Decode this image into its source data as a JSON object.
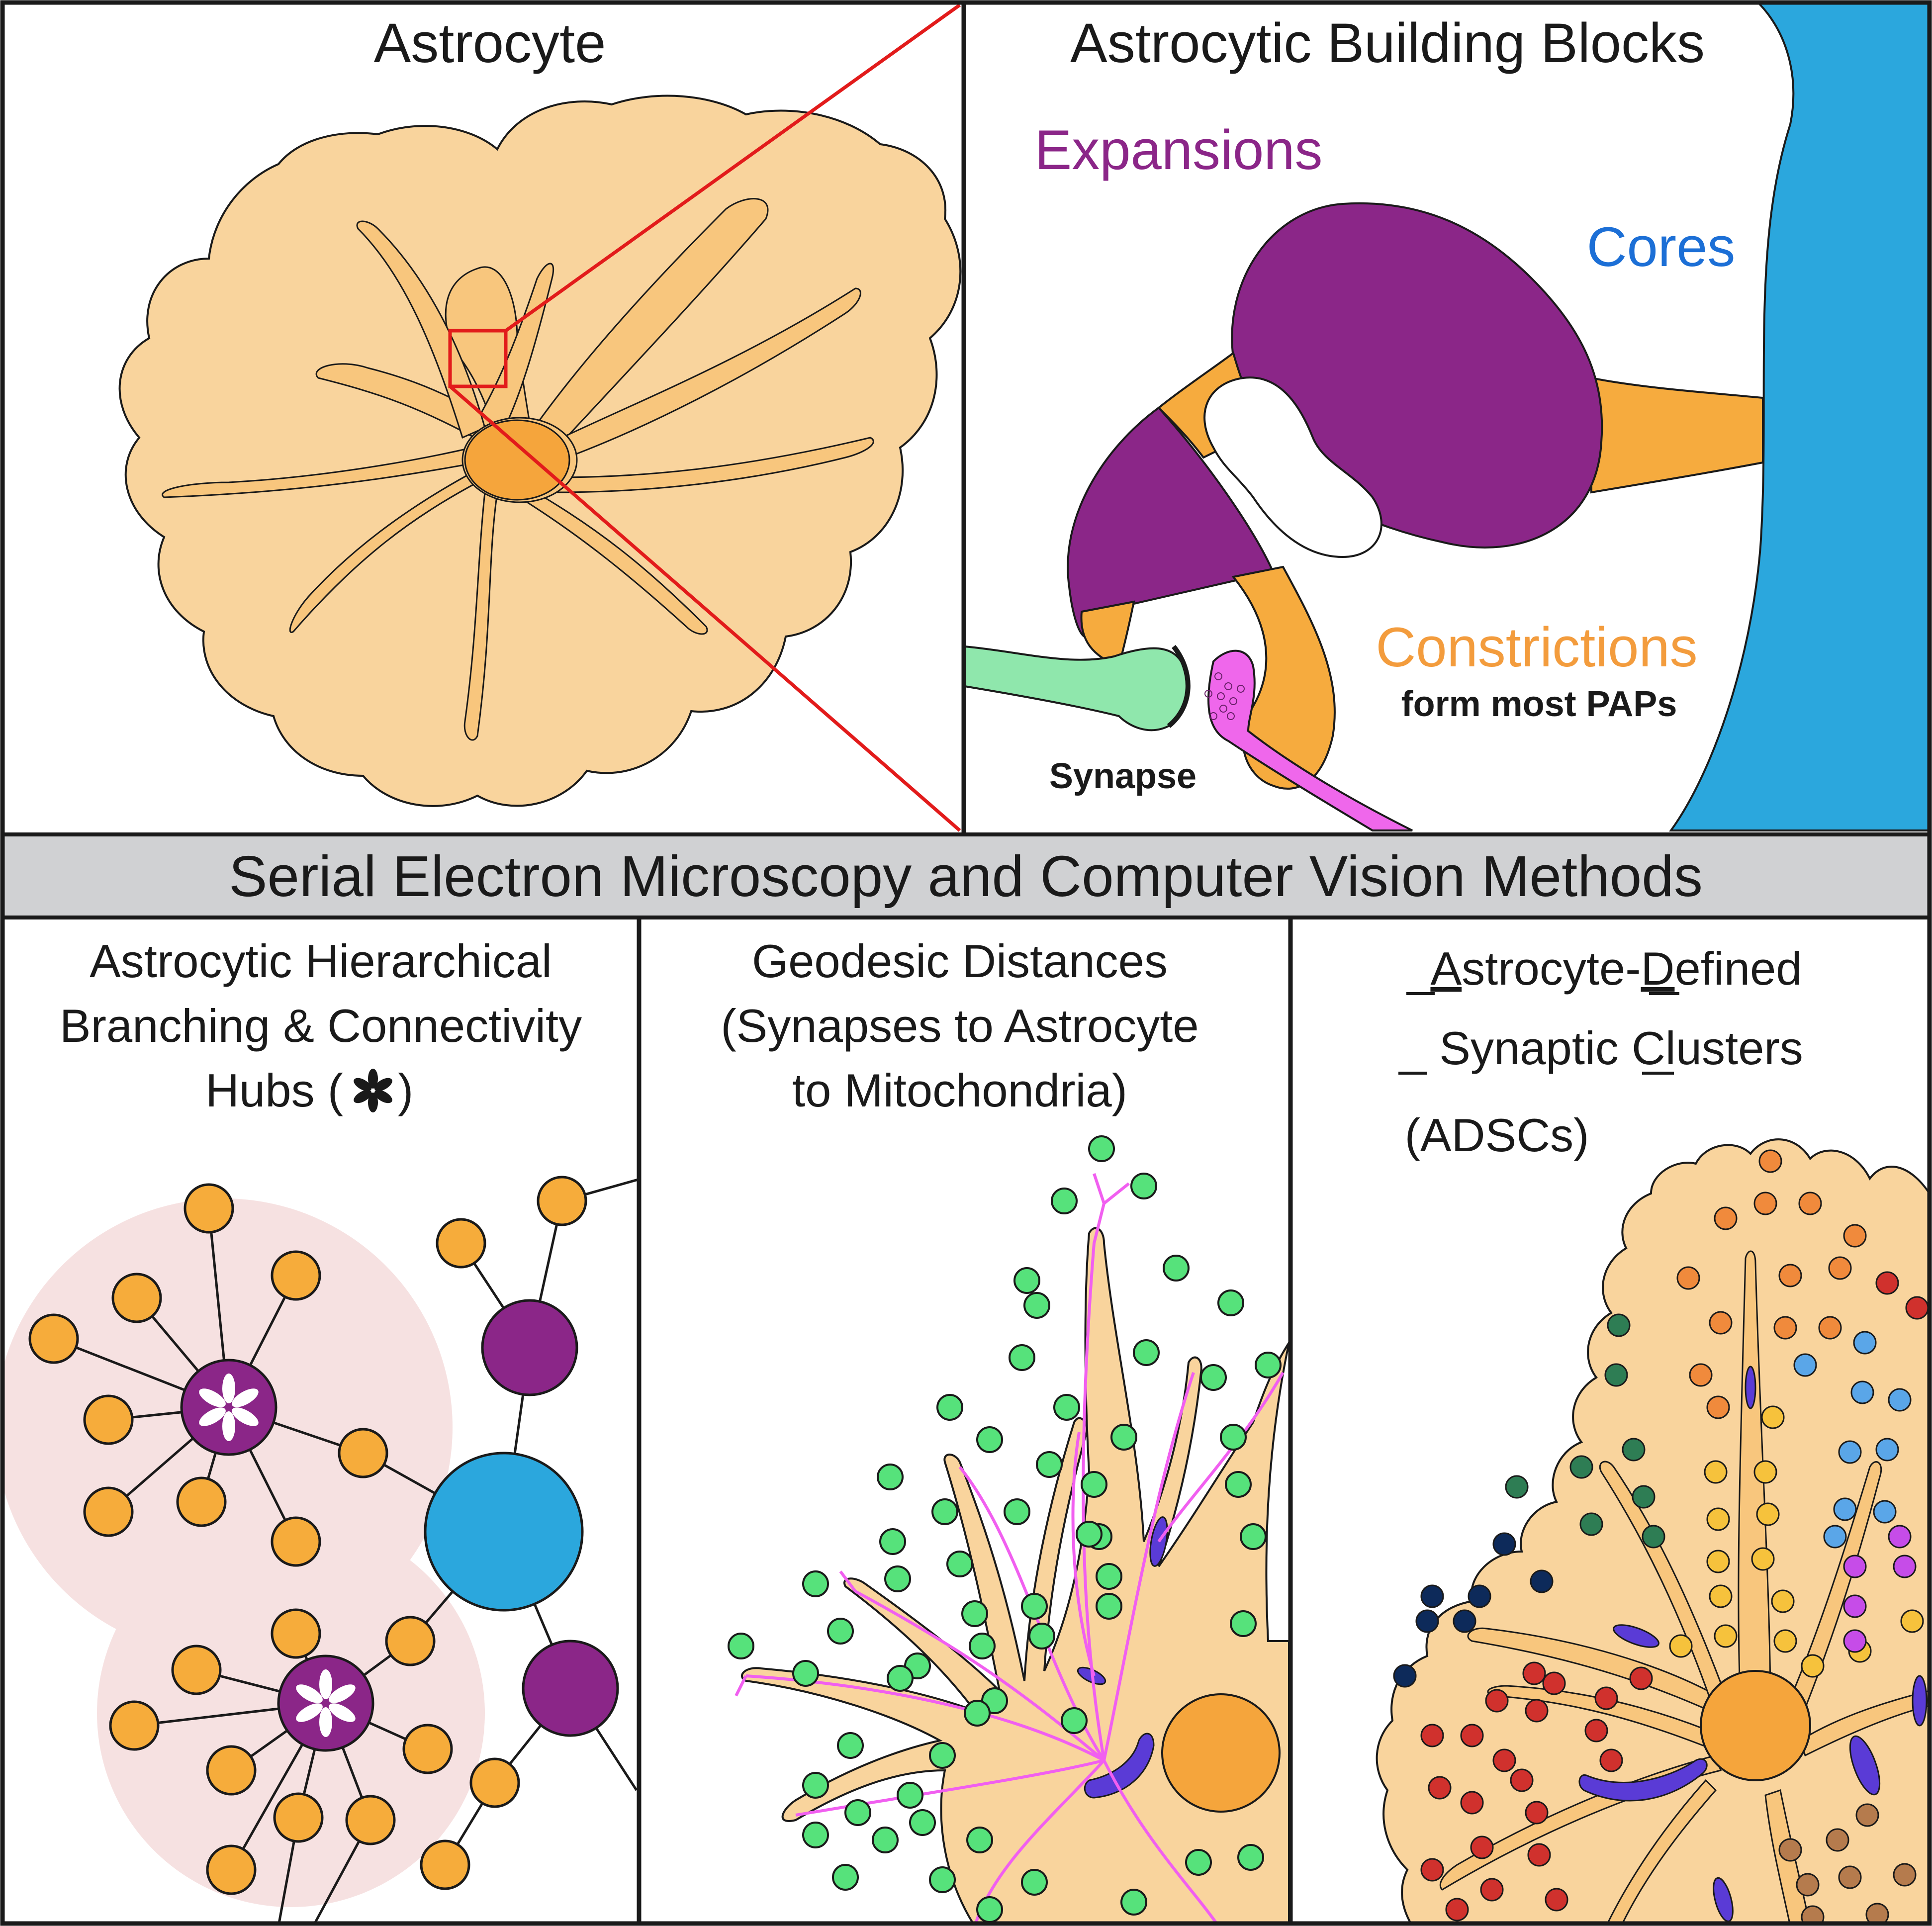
{
  "colors": {
    "cell_fill": "#f9d49d",
    "process_fill": "#f8c67d",
    "nucleus_fill": "#f5a53c",
    "zoom_red": "#e21b1b",
    "expansion_purple": "#8b2688",
    "core_blue": "#2ba7dd",
    "constriction_orange": "#f6ab3e",
    "synapse_green": "#8fe7ac",
    "spine_pink": "#ef67eb",
    "node_orange": "#f6ac3b",
    "hub_purple": "#8b2688",
    "cluster_pink": "#f6e1e1",
    "geodesic_green": "#56e27b",
    "path_magenta": "#f15ff0",
    "mito_violet": "#5a3bd6",
    "banner_gray": "#d0d1d3"
  },
  "panel_astrocyte": {
    "title": "Astrocyte"
  },
  "panel_blocks": {
    "title": "Astrocytic Building Blocks",
    "expansions_label": "Expansions",
    "cores_label": "Cores",
    "constrictions_label": "Constrictions",
    "paps_note": "form most PAPs",
    "synapse_label": "Synapse"
  },
  "banner": {
    "text": "Serial Electron Microscopy and Computer Vision Methods"
  },
  "panel_hubs": {
    "title_line1": "Astrocytic Hierarchical",
    "title_line2": "Branching & Connectivity",
    "title_line3_text": "Hubs (",
    "title_line3_end": ")",
    "asterisk_icon": "asterisk-icon"
  },
  "panel_geodesic": {
    "title_line1": "Geodesic Distances",
    "title_line2": "(Synapses to Astrocyte",
    "title_line3": "to Mitochondria)"
  },
  "panel_adsc": {
    "line1_a": "A",
    "line1_b": "strocyte-",
    "line1_c": "D",
    "line1_d": "efined",
    "line2_a": "S",
    "line2_b": "ynaptic ",
    "line2_c": "C",
    "line2_d": "lusters",
    "line3": "(ADSCs)"
  }
}
